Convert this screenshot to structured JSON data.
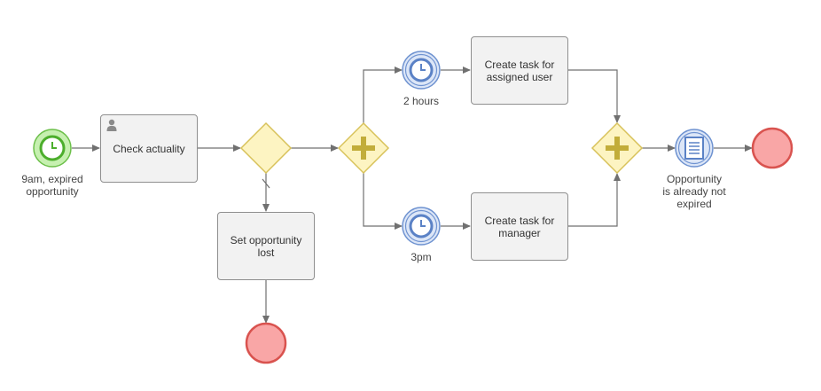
{
  "colors": {
    "flow": "#707070",
    "task_fill": "#f2f2f2",
    "task_stroke": "#8f8f8f",
    "start_fill": "#c6f0b0",
    "start_stroke": "#6cc04a",
    "gateway_fill": "#fdf4c2",
    "gateway_stroke": "#d8c25a",
    "gateway_marker": "#c2ad3a",
    "intermediate_fill": "#dce6f7",
    "intermediate_stroke": "#6f93d1",
    "end_fill": "#f9a6a6",
    "end_stroke": "#d9534f"
  },
  "events": {
    "start": {
      "label": "9am, expired\nopportunity",
      "icon": "clock-icon"
    },
    "timer_top": {
      "label": "2 hours",
      "icon": "clock-icon"
    },
    "timer_bottom": {
      "label": "3pm",
      "icon": "clock-icon"
    },
    "condition": {
      "label": "Opportunity\nis already not\nexpired",
      "icon": "document-lines-icon"
    }
  },
  "tasks": {
    "check_actuality": {
      "label": "Check actuality",
      "icon": "user-icon"
    },
    "set_lost": {
      "label": "Set opportunity\nlost"
    },
    "task_assigned": {
      "label": "Create task for\nassigned user"
    },
    "task_manager": {
      "label": "Create task for\nmanager"
    }
  },
  "gateways": {
    "exclusive": {
      "type": "exclusive"
    },
    "parallel_split": {
      "type": "parallel",
      "icon": "plus-icon"
    },
    "parallel_join": {
      "type": "parallel",
      "icon": "plus-icon"
    }
  }
}
